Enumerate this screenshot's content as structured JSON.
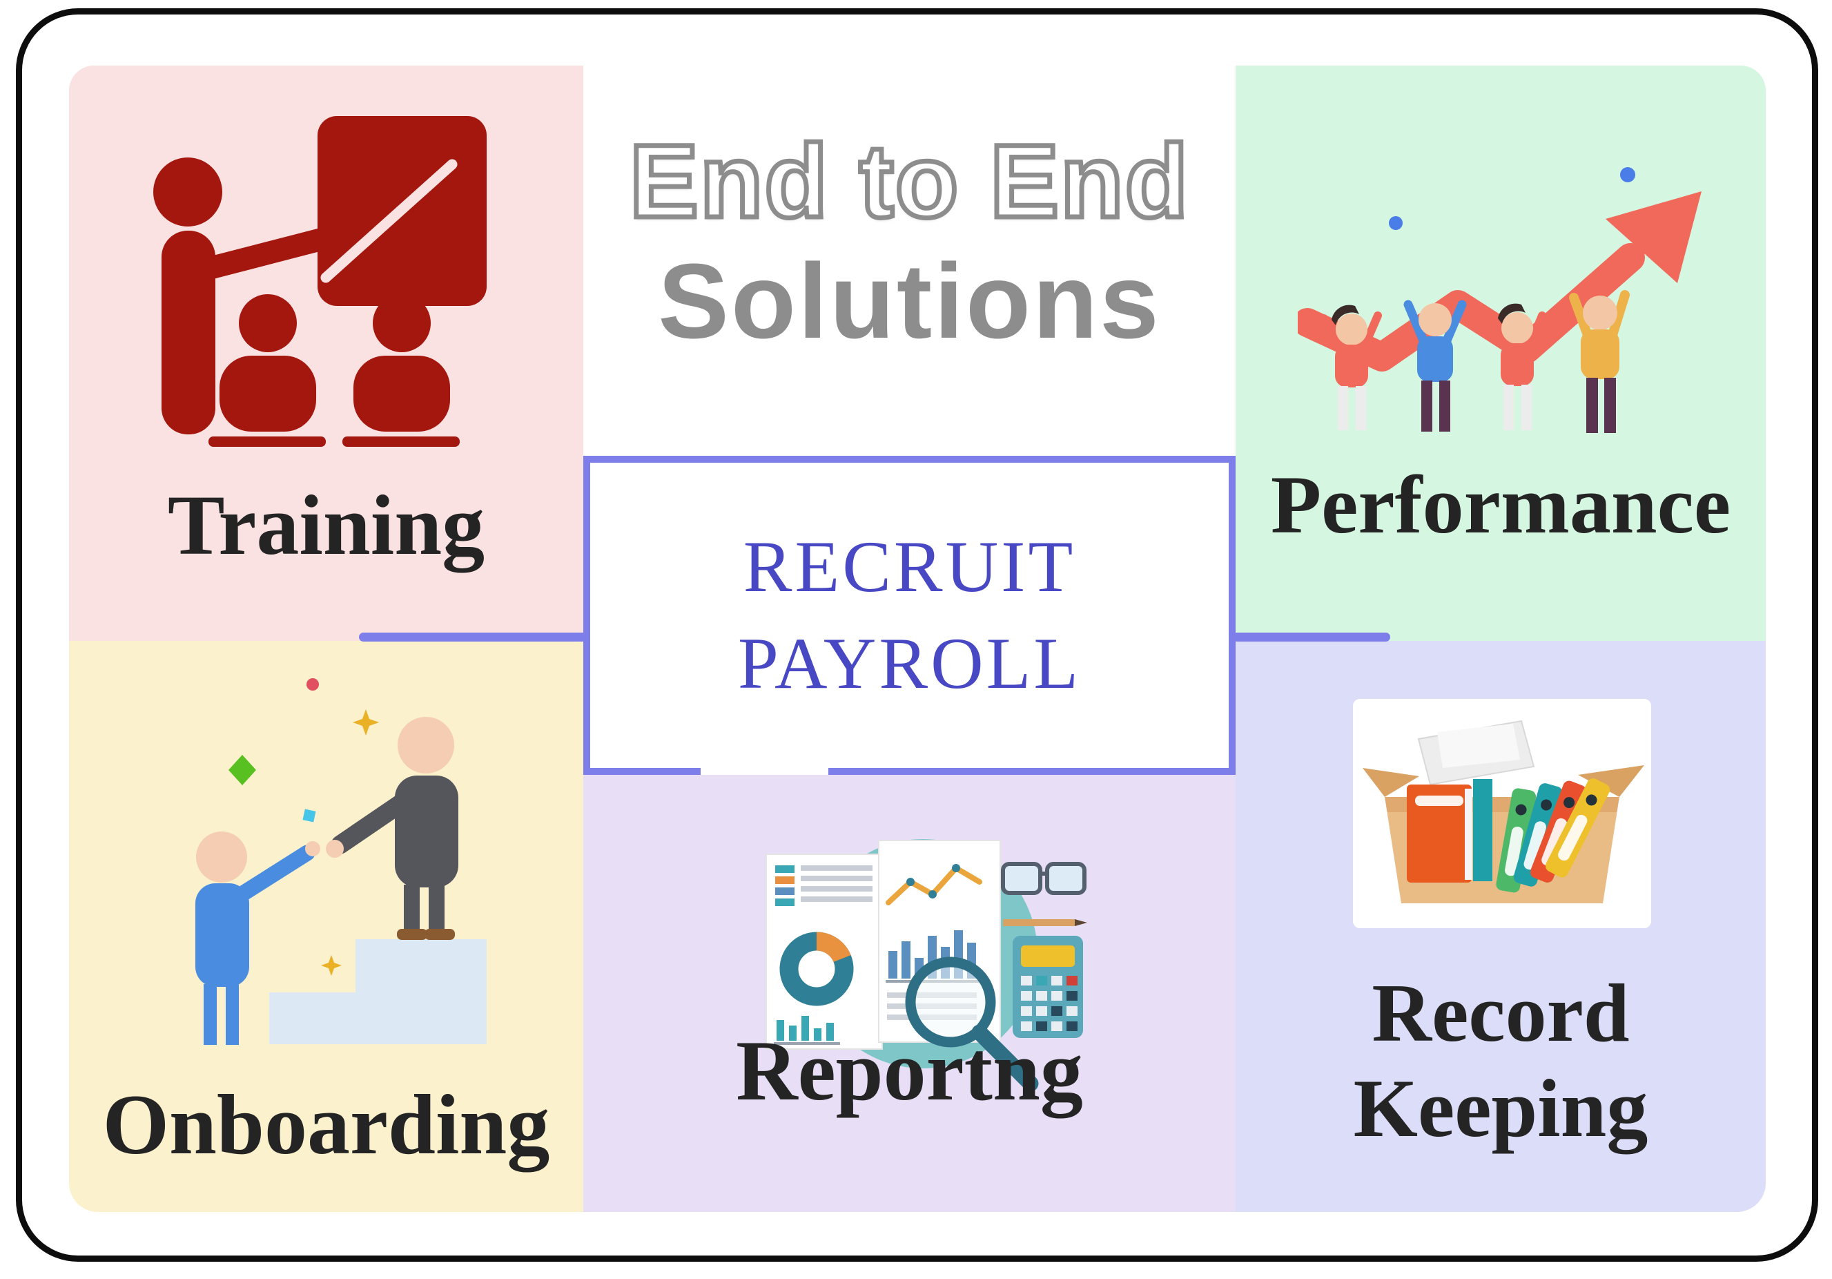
{
  "header": {
    "line1": "End to End",
    "line2": "Solutions"
  },
  "center_box": {
    "line1": "RECRUIT",
    "line2": "PAYROLL"
  },
  "panels": {
    "training": {
      "label": "Training",
      "bg": "#fbe2e2",
      "icon": "training-classroom-icon"
    },
    "performance": {
      "label": "Performance",
      "bg": "#d5f7e1",
      "icon": "team-lifting-growth-arrow-illustration"
    },
    "onboarding": {
      "label": "Onboarding",
      "bg": "#fbf1cc",
      "icon": "handshake-on-stairs-illustration"
    },
    "reporting": {
      "label": "Reportng",
      "bg": "#e8def6",
      "icon": "analytics-documents-magnifier-illustration"
    },
    "record_keeping": {
      "label": "Record Keeping",
      "bg": "#dbddf9",
      "icon": "archive-box-binders-illustration"
    }
  },
  "colors": {
    "frame_border": "#0d0d0d",
    "connector_line": "#7d7ee9",
    "center_box_border": "#7d7ee9",
    "center_box_text": "#4848c4",
    "header_outline_gray": "#8d8d8d",
    "header_solid_gray": "#8d8d8d",
    "label_text": "#242424",
    "training_icon_red": "#a4170e",
    "growth_arrow_coral": "#f0695a"
  }
}
